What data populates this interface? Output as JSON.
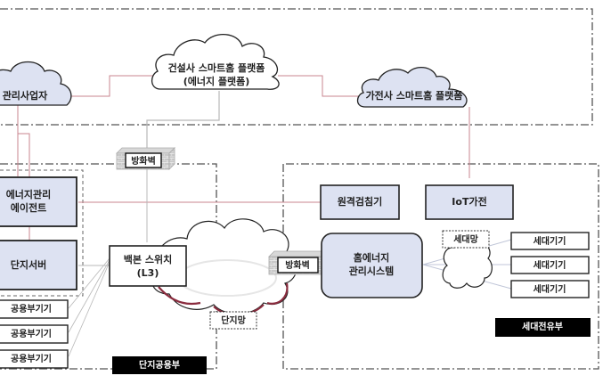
{
  "colors": {
    "node_fill": "#dde2f2",
    "node_stroke": "#222222",
    "external_line": "#c9868f",
    "internal_line": "#b8b8b8",
    "cloud_shadow": "#8a2c3e",
    "badge_fill": "#000000",
    "badge_text": "#ffffff"
  },
  "zones": {
    "external": {
      "name": "external-platform-zone"
    },
    "complex_common": {
      "label": "단지공용부"
    },
    "household": {
      "label": "세대전유부"
    }
  },
  "clouds": {
    "energy_manager": {
      "label": "에너지관리사업자",
      "visible_label": "관리사업자"
    },
    "builder_platform": {
      "line1": "건설사 스마트홈 플랫폼",
      "line2": "(에너지 플랫폼)"
    },
    "appliance_platform": {
      "label": "가전사 스마트홈 플랫폼"
    },
    "complex_network": {
      "label": "단지망"
    },
    "household_network": {
      "label": "세대망"
    }
  },
  "firewalls": {
    "top": {
      "label": "방화벽"
    },
    "household": {
      "label": "방화벽"
    }
  },
  "nodes": {
    "energy_agent": {
      "line1": "에너지관리",
      "line2": "에이전트"
    },
    "complex_server": {
      "label": "단지서버"
    },
    "backbone_switch": {
      "line1": "백본 스위치",
      "line2": "(L3)"
    },
    "remote_meter": {
      "label": "원격검침기"
    },
    "iot_appliance": {
      "label": "IoT가전"
    },
    "home_ems": {
      "line1": "홈에너지",
      "line2": "관리시스템"
    }
  },
  "common_devices": [
    {
      "label": "공용부기기"
    },
    {
      "label": "공용부기기"
    },
    {
      "label": "공용부기기"
    }
  ],
  "household_devices": [
    {
      "label": "세대기기"
    },
    {
      "label": "세대기기"
    },
    {
      "label": "세대기기"
    }
  ]
}
